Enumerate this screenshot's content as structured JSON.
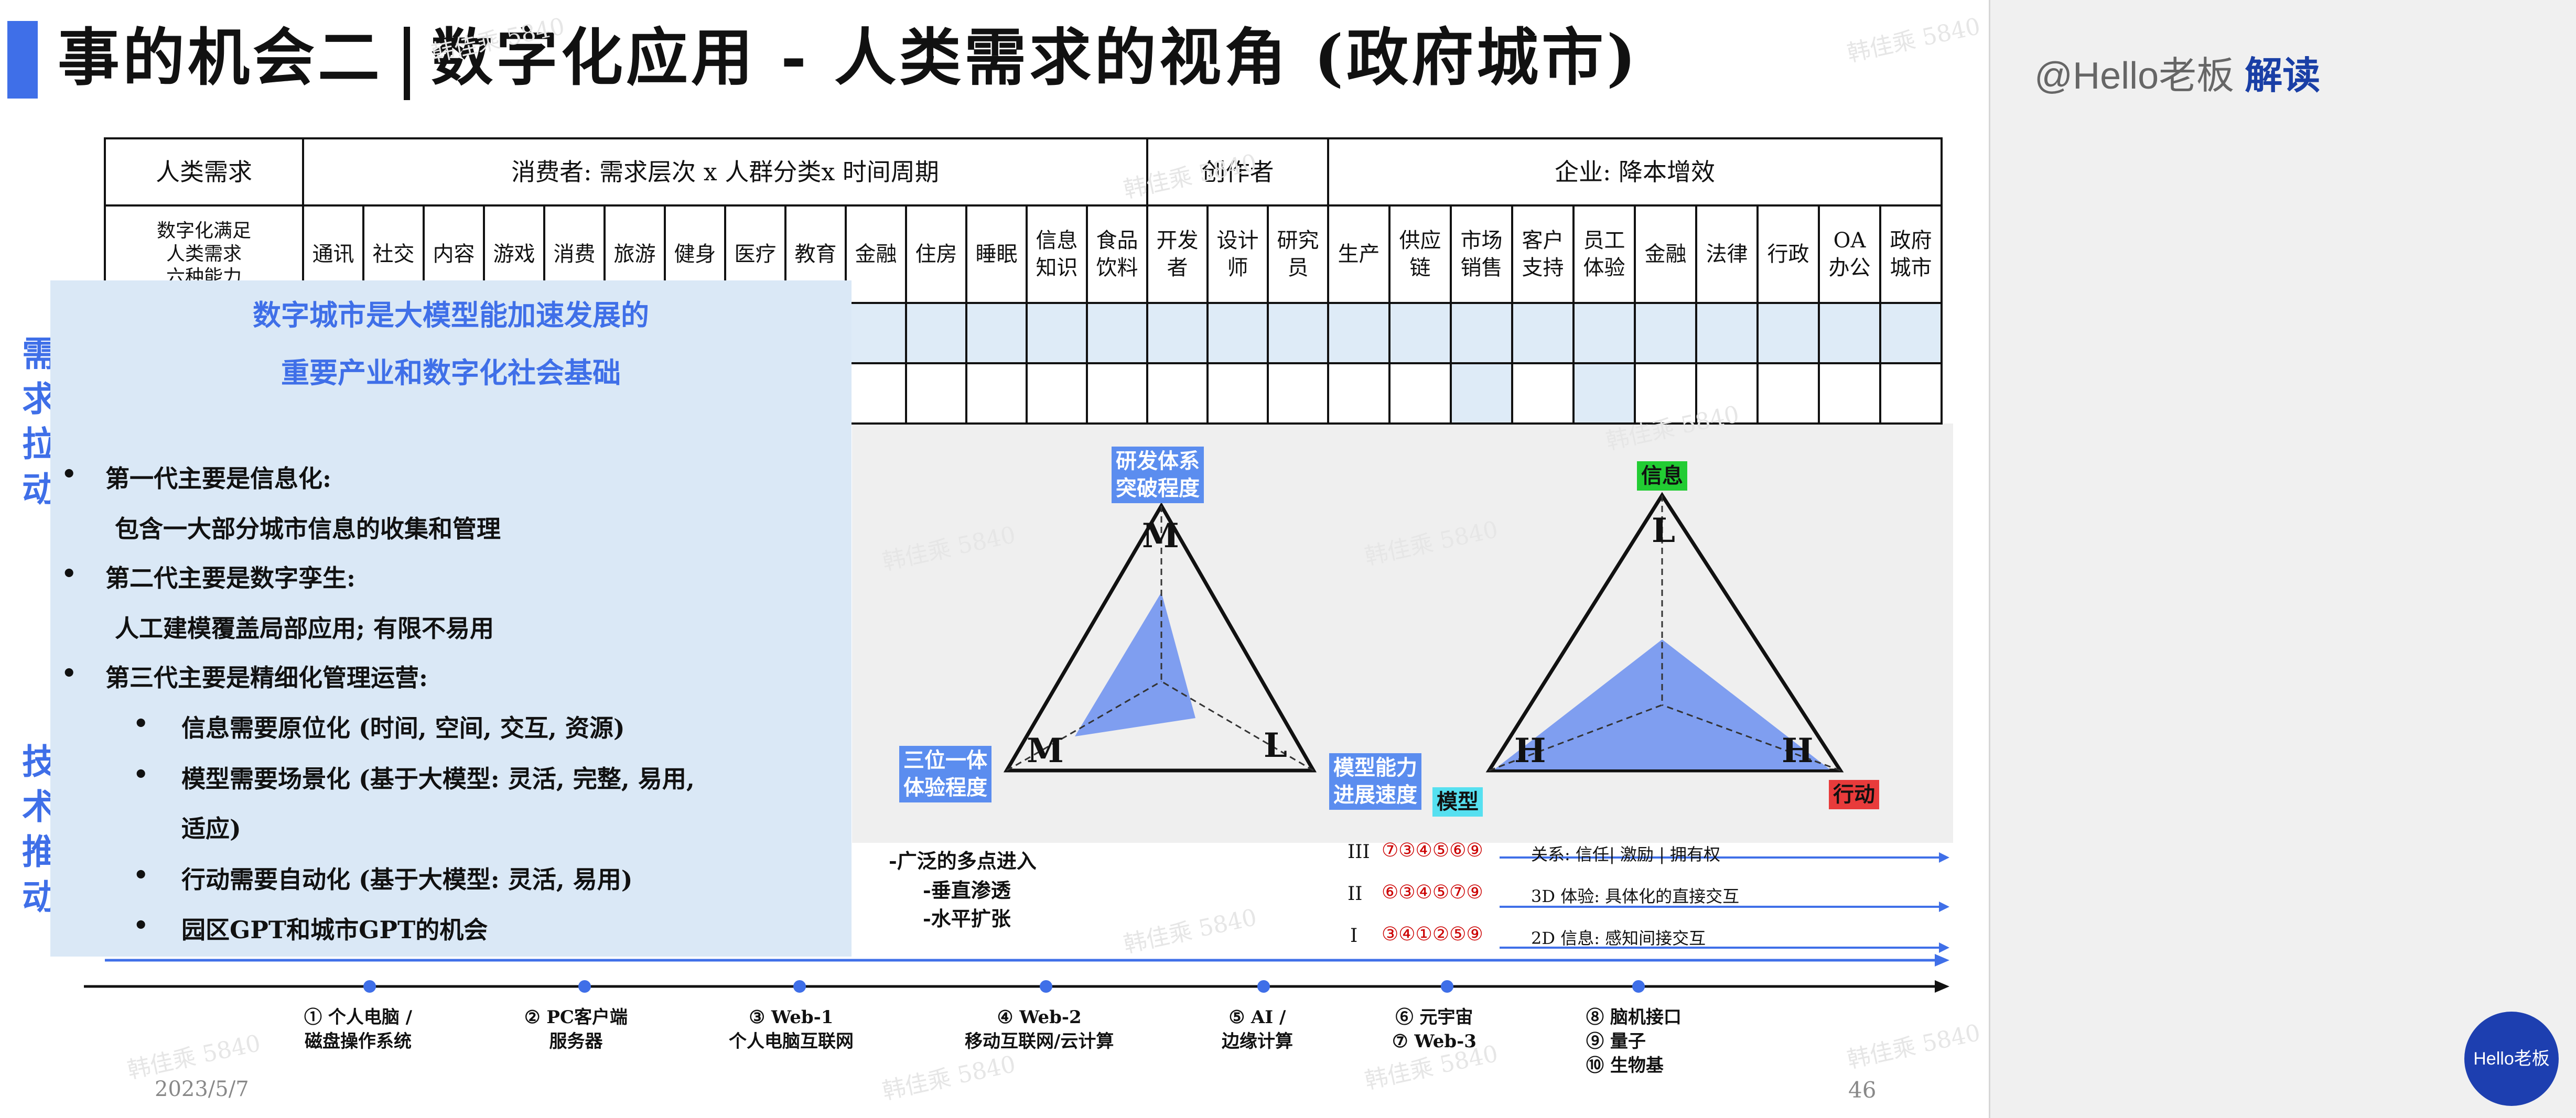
{
  "slide": {
    "title_left": "事的机会二",
    "title_right": "数字化应用 - 人类需求的视角 (政府城市)",
    "table": {
      "header": [
        "人类需求",
        "消费者: 需求层次 x 人群分类x 时间周期",
        "创作者",
        "企业: 降本增效"
      ],
      "row_label": "数字化满足\n人类需求\n六种能力",
      "columns": [
        "通讯",
        "社交",
        "内容",
        "游戏",
        "消费",
        "旅游",
        "健身",
        "医疗",
        "教育",
        "金融",
        "住房",
        "睡眠",
        "信息\n知识",
        "食品\n饮料",
        "开发\n者",
        "设计\n师",
        "研究\n员",
        "生产",
        "供应\n链",
        "市场\n销售",
        "客户\n支持",
        "员工\n体验",
        "金融",
        "法律",
        "行政",
        "OA\n办公",
        "政府\n城市"
      ]
    },
    "side_labels": {
      "top": "需求拉动",
      "bottom": "技术推动"
    },
    "overlay": {
      "title_line1": "数字城市是大模型能加速发展的",
      "title_line2": "重要产业和数字化社会基础",
      "bullets": [
        {
          "text": "第一代主要是信息化:",
          "level": 1
        },
        {
          "text": "包含一大部分城市信息的收集和管理",
          "level": 0
        },
        {
          "text": "第二代主要是数字孪生:",
          "level": 1
        },
        {
          "text": "人工建模覆盖局部应用; 有限不易用",
          "level": 0
        },
        {
          "text": "第三代主要是精细化管理运营:",
          "level": 1
        },
        {
          "text": "信息需要原位化 (时间, 空间, 交互, 资源)",
          "level": 2
        },
        {
          "text": "模型需要场景化 (基于大模型: 灵活, 完整, 易用,",
          "level": 2
        },
        {
          "text": "适应)",
          "level": 3
        },
        {
          "text": "行动需要自动化 (基于大模型: 灵活, 易用)",
          "level": 2
        },
        {
          "text": "园区GPT和城市GPT的机会",
          "level": 2
        }
      ]
    },
    "triangle_left": {
      "top_tag": "研发体系\n突破程度",
      "left_tag": "三位一体\n体验程度",
      "right_tag": "模型能力\n进展速度",
      "top_letter": "M",
      "left_letter": "M",
      "right_letter": "L"
    },
    "triangle_right": {
      "top_tag": "信息",
      "left_tag": "模型",
      "right_tag": "行动",
      "top_letter": "L",
      "left_letter": "H",
      "right_letter": "H"
    },
    "stages": [
      {
        "roman": "III",
        "nums": "⑦③④⑤⑥⑨",
        "desc": "关系: 信任| 激励 | 拥有权"
      },
      {
        "roman": "II",
        "nums": "⑥③④⑤⑦⑨",
        "desc": "3D 体验: 具体化的直接交互"
      },
      {
        "roman": "I",
        "nums": "③④①②⑤⑨",
        "desc": "2D 信息: 感知间接交互"
      }
    ],
    "notes": [
      "-广泛的多点进入",
      "-垂直渗透",
      "-水平扩张"
    ],
    "timeline": [
      {
        "label": "① 个人电脑 /\n磁盘操作系统"
      },
      {
        "label": "② PC客户端\n服务器"
      },
      {
        "label": "③ Web-1\n个人电脑互联网"
      },
      {
        "label": "④ Web-2\n移动互联网/云计算"
      },
      {
        "label": "⑤ AI /\n边缘计算"
      },
      {
        "label": "⑥ 元宇宙\n⑦ Web-3"
      },
      {
        "label": "⑧ 脑机接口\n⑨ 量子\n⑩ 生物基"
      }
    ],
    "date": "2023/5/7",
    "page": "46",
    "watermark": "韩佳乘 5840"
  },
  "side_panel": {
    "handle": "@Hello老板",
    "action": "解读",
    "logo": "Hello老板"
  },
  "colors": {
    "accent": "#3f6fe8",
    "overlay": "#dae8f6",
    "tri_fill": "#7f9ef0"
  }
}
